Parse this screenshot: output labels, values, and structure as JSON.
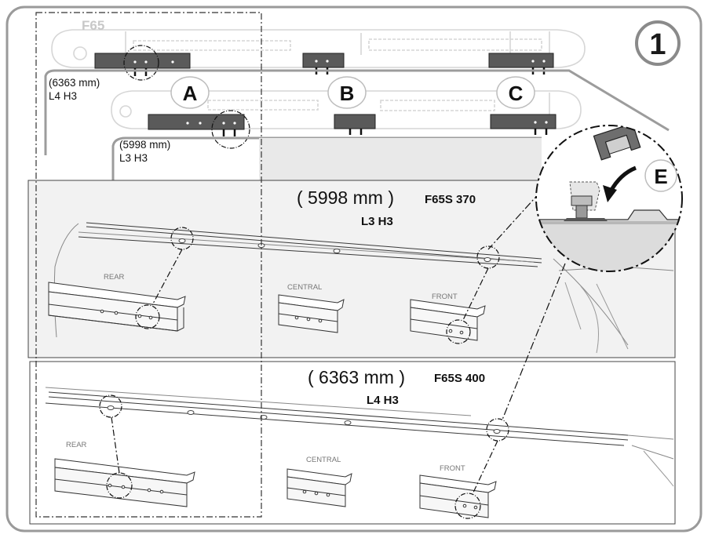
{
  "figure": {
    "step_number": "1",
    "model_label": "F65",
    "callout_letters": [
      "A",
      "B",
      "C"
    ],
    "detail_letter": "E"
  },
  "top_vehicle": {
    "length_label": "(6363 mm)",
    "size_code": "L4  H3"
  },
  "middle_vehicle": {
    "length_label": "(5998 mm)",
    "size_code": "L3  H3"
  },
  "panel_370": {
    "length_label": "( 5998 mm )",
    "model_code": "F65S 370",
    "size_code": "L3  H3",
    "rails": {
      "rear": "REAR",
      "central": "CENTRAL",
      "front": "FRONT"
    }
  },
  "panel_400": {
    "length_label": "( 6363 mm )",
    "model_code": "F65S 400",
    "size_code": "L4  H3",
    "rails": {
      "rear": "REAR",
      "central": "CENTRAL",
      "front": "FRONT"
    }
  },
  "colors": {
    "bracket": "#5a5a5a",
    "outline": "#d4d4d4",
    "panel_fill": "#f2f2f2",
    "frame": "#9a9a9a"
  }
}
